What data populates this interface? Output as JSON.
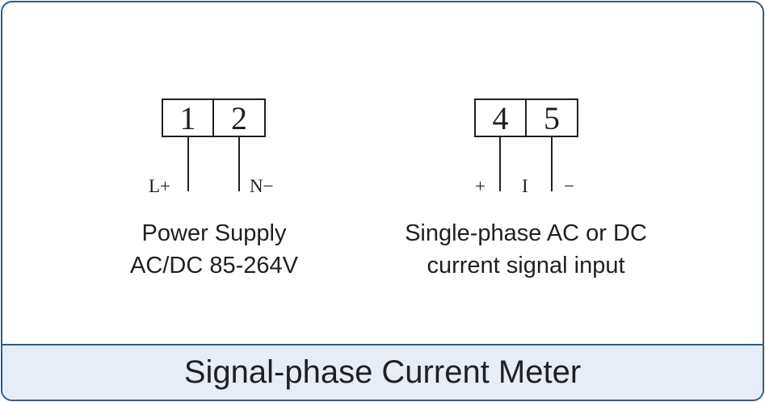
{
  "colors": {
    "frame": "#2f5d8a",
    "footer_bg": "#e6edf7",
    "ink": "#231f20"
  },
  "power": {
    "terminals": [
      "1",
      "2"
    ],
    "labels": [
      "L+",
      "N−"
    ],
    "caption_line1": "Power Supply",
    "caption_line2": "AC/DC 85-264V"
  },
  "signal": {
    "terminals": [
      "4",
      "5"
    ],
    "labels": [
      "+",
      "I",
      "−"
    ],
    "caption_line1": "Single-phase AC or DC",
    "caption_line2": "current signal input"
  },
  "footer": {
    "title": "Signal-phase Current Meter"
  }
}
